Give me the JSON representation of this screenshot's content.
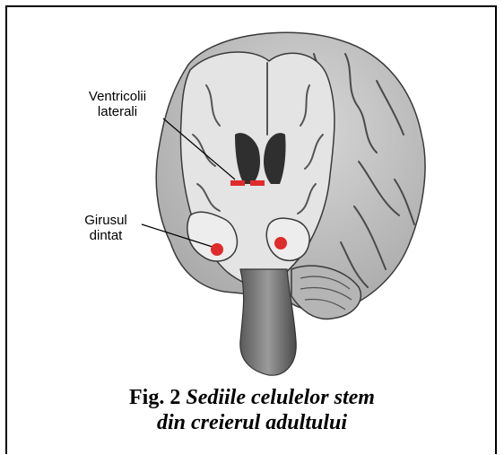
{
  "labels": {
    "ventricle": [
      "Ventricolii",
      "laterali"
    ],
    "gyrus": [
      "Girusul",
      "dintat"
    ]
  },
  "caption": {
    "fig_number": "Fig. 2",
    "title_line1": "Sediile celulelor stem",
    "title_line2": "din creierul adultului"
  },
  "colors": {
    "marker": "#e02b2b",
    "brain_fill": "#c9c9c9",
    "cut_surface": "#e4e4e4",
    "dark": "#3a3a3a"
  }
}
